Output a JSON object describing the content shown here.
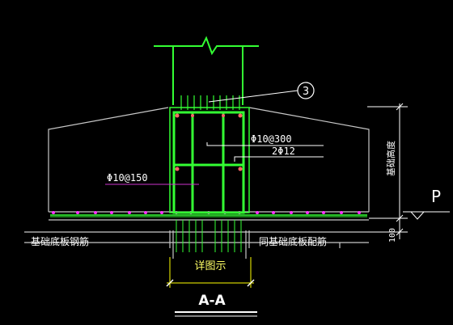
{
  "drawing": {
    "callout_number": "3",
    "label_stirrup_top": "Φ10@300",
    "label_bars": "2Φ12",
    "label_stirrup_left": "Φ10@150",
    "label_base_rebar": "基础底板钢筋",
    "label_same_as_base": "同基础底板配筋",
    "label_detail": "详图示",
    "label_height_vertical": "基础高度",
    "label_dim_100": "100",
    "label_p": "P",
    "section_title": "A-A"
  },
  "colors": {
    "background": "#000000",
    "outline": "#c8c8c8",
    "rebar": "#33ff33",
    "column": "#33ff33",
    "leader": "#ffffff",
    "rebar_dot": "#ff33ff",
    "dimension": "#ffff00",
    "text": "#ffffff",
    "magenta_leader": "#cc33cc"
  }
}
